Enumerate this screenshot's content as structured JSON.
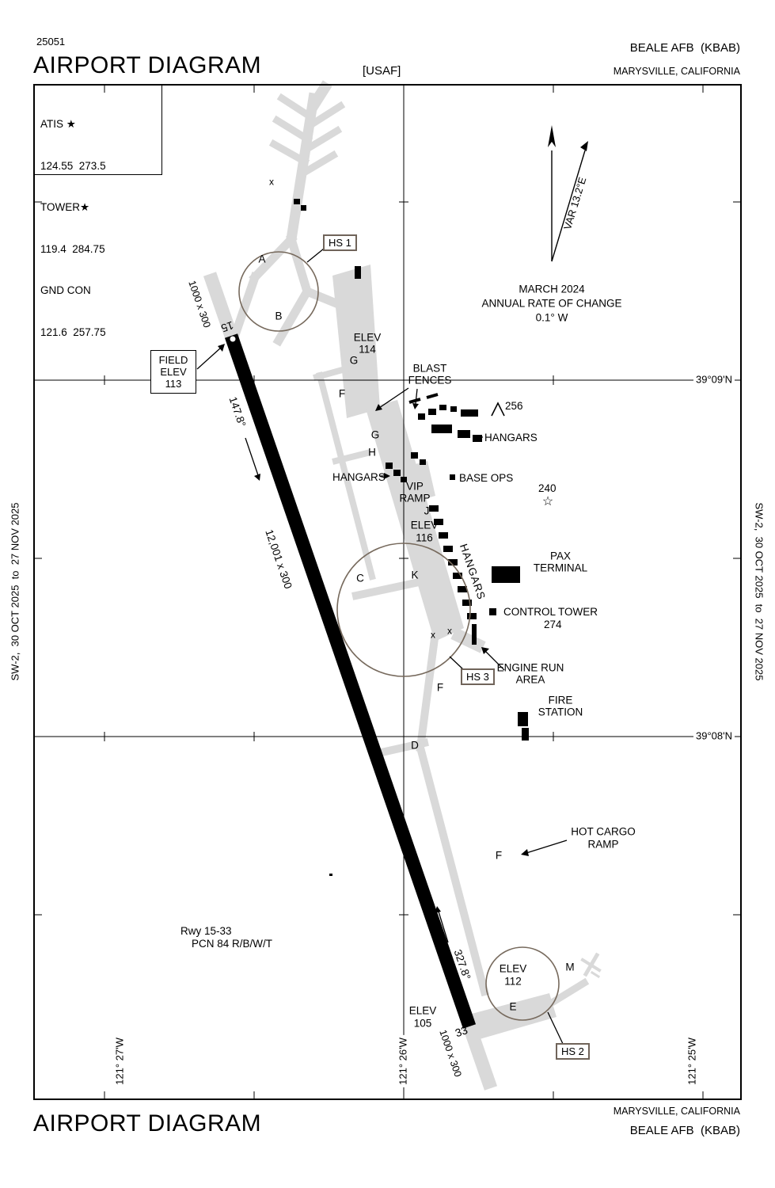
{
  "header": {
    "chart_number": "25051",
    "title": "AIRPORT DIAGRAM",
    "org": "[USAF]",
    "airport": "BEALE AFB  (KBAB)",
    "city": "MARYSVILLE, CALIFORNIA"
  },
  "footer": {
    "title": "AIRPORT DIAGRAM",
    "city": "MARYSVILLE, CALIFORNIA",
    "airport": "BEALE AFB  (KBAB)"
  },
  "comms": {
    "atis_label": "ATIS ★",
    "atis_freqs": "124.55  273.5",
    "tower_label": "TOWER★",
    "tower_freqs": "119.4  284.75",
    "gnd_label": "GND CON",
    "gnd_freqs": "121.6  257.75"
  },
  "edge": {
    "left": "SW-2,  30 OCT 2025  to  27 NOV 2025",
    "right": "SW-2,  30 OCT 2025  to  27 NOV 2025"
  },
  "grid": {
    "lat_top": "39°09'N",
    "lat_bottom": "39°08'N",
    "lon_left": "121° 27'W",
    "lon_mid": "121° 26'W",
    "lon_right": "121° 25'W"
  },
  "magnetic": {
    "variation": "VAR 13.2°E",
    "date": "MARCH 2024",
    "rate_label": "ANNUAL RATE OF CHANGE",
    "rate_value": "0.1° W"
  },
  "runway": {
    "id_north": "15",
    "id_south": "33",
    "dimensions": "12,001 x 300",
    "heading_north": "147.8°",
    "heading_south": "327.8°",
    "overrun_north": "1000 x 300",
    "overrun_south": "1000 x 300",
    "note_line1": "Rwy 15-33",
    "note_line2": "PCN 84 R/B/W/T"
  },
  "field_elev": {
    "line1": "FIELD",
    "line2": "ELEV",
    "line3": "113"
  },
  "hotspots": {
    "hs1": "HS 1",
    "hs2": "HS 2",
    "hs3": "HS 3"
  },
  "taxiways": {
    "a": "A",
    "b": "B",
    "c": "C",
    "d": "D",
    "e": "E",
    "f_north": "F",
    "f_mid": "F",
    "f_south": "F",
    "g_north": "G",
    "g_mid": "G",
    "h": "H",
    "j": "J",
    "k": "K",
    "m": "M"
  },
  "elevations": {
    "e114": {
      "label": "ELEV",
      "value": "114"
    },
    "e116": {
      "label": "ELEV",
      "value": "116"
    },
    "e112": {
      "label": "ELEV",
      "value": "112"
    },
    "e105": {
      "label": "ELEV",
      "value": "105"
    }
  },
  "features": {
    "blast_line1": "BLAST",
    "blast_line2": "FENCES",
    "hangars_ne": "HANGARS",
    "hangars_west": "HANGARS",
    "hangars_row": "HANGARS",
    "vip_line1": "VIP",
    "vip_line2": "RAMP",
    "base_ops": "BASE OPS",
    "pax_line1": "PAX",
    "pax_line2": "TERMINAL",
    "control_tower": "CONTROL TOWER",
    "control_tower_elev": "274",
    "engine_line1": "ENGINE RUN",
    "engine_line2": "AREA",
    "fire_line1": "FIRE",
    "fire_line2": "STATION",
    "cargo_line1": "HOT CARGO",
    "cargo_line2": "RAMP",
    "obstacle_256": "256",
    "beacon_240": "240",
    "beacon_symbol": "☆",
    "x_mark": "x"
  }
}
